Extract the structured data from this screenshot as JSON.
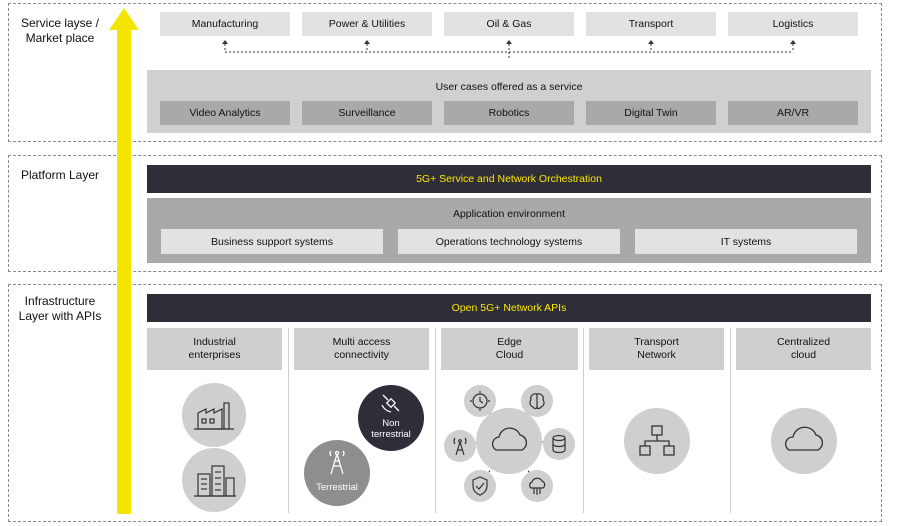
{
  "arrow_color": "#f5e400",
  "accent_text_color": "#ffe600",
  "layers": {
    "service": {
      "title": "Service layse /\nMarket place"
    },
    "platform": {
      "title": "Platform Layer"
    },
    "infrastructure": {
      "title": "Infrastructure\nLayer with APIs"
    }
  },
  "industries": [
    "Manufacturing",
    "Power & Utilities",
    "Oil & Gas",
    "Transport",
    "Logistics"
  ],
  "use_cases": {
    "title": "User cases offered as a service",
    "items": [
      "Video Analytics",
      "Surveillance",
      "Robotics",
      "Digital Twin",
      "AR/VR"
    ]
  },
  "platform": {
    "orchestration": "5G+ Service and Network Orchestration",
    "app_env_title": "Application environment",
    "systems": [
      "Business support systems",
      "Operations technology  systems",
      "IT systems"
    ]
  },
  "infrastructure": {
    "apis": "Open 5G+ Network APIs",
    "columns": [
      "Industrial\nenterprises",
      "Multi access\nconnectivity",
      "Edge\nCloud",
      "Transport\nNetwork",
      "Centralized\ncloud"
    ],
    "non_terrestrial": "Non\nterrestrial",
    "terrestrial": "Terrestrial"
  }
}
